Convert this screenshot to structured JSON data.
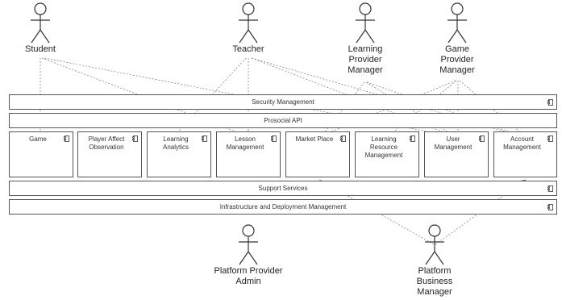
{
  "actors": {
    "student": "Student",
    "teacher": "Teacher",
    "learning_provider_manager": [
      "Learning",
      "Provider",
      "Manager"
    ],
    "game_provider_manager": [
      "Game",
      "Provider",
      "Manager"
    ],
    "platform_provider_admin": [
      "Platform Provider",
      "Admin"
    ],
    "platform_business_manager": [
      "Platform",
      "Business",
      "Manager"
    ]
  },
  "layers": {
    "security": "Security Management",
    "prosocial_api": "Prosocial API",
    "support": "Support Services",
    "infrastructure": "Infrastructure and Deployment Management"
  },
  "components": [
    [
      "Game"
    ],
    [
      "Player Affect",
      "Observation"
    ],
    [
      "Learning",
      "Analytics"
    ],
    [
      "Lesson",
      "Management"
    ],
    [
      "Market Place"
    ],
    [
      "Learning",
      "Resource",
      "Management"
    ],
    [
      "User",
      "Management"
    ],
    [
      "Account",
      "Management"
    ]
  ],
  "icon": "component-icon"
}
